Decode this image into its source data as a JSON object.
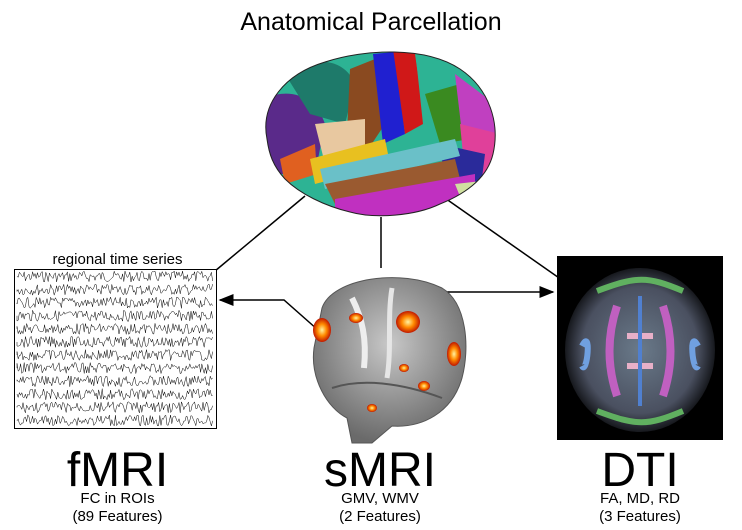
{
  "title": "Anatomical Parcellation",
  "fmri": {
    "ts_label": "regional time series",
    "heading": "fMRI",
    "sub1": "FC in ROIs",
    "sub2": "(89 Features)",
    "series_count": 12
  },
  "smri": {
    "heading": "sMRI",
    "sub1": "GMV, WMV",
    "sub2": "(2 Features)"
  },
  "dti": {
    "heading": "DTI",
    "sub1": "FA, MD, RD",
    "sub2": "(3 Features)"
  },
  "colors": {
    "arrow": "#000000",
    "activation": "#ff6a00",
    "brain_gray": "#8a8a8a"
  }
}
